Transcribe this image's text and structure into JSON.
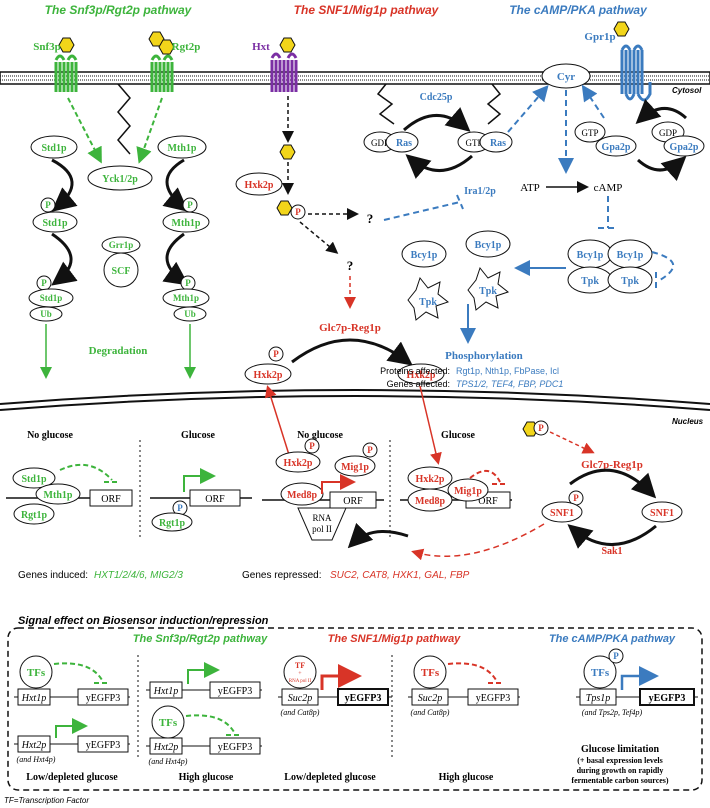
{
  "colors": {
    "green": "#3db43c",
    "red": "#d83427",
    "blue": "#3b7bbf",
    "purple": "#7b2fa4",
    "black": "#111111",
    "hex": "#f2d51a"
  },
  "pathways": {
    "snf3": "The Snf3p/Rgt2p pathway",
    "snf1": "The SNF1/Mig1p pathway",
    "camp": "The cAMP/PKA pathway"
  },
  "labels": {
    "snf3p": "Snf3p",
    "rgt2p": "Rgt2p",
    "hxt": "Hxt",
    "gpr1p": "Gpr1p",
    "cytosol": "Cytosol",
    "nucleus": "Nucleus",
    "std1p": "Std1p",
    "mth1p": "Mth1p",
    "yck": "Yck1/2p",
    "grr1p": "Grr1p",
    "scf": "SCF",
    "p": "P",
    "ub": "Ub",
    "degradation": "Degradation",
    "hxk2p": "Hxk2p",
    "q": "?",
    "glc7": "Glc7p-Reg1p",
    "cyr": "Cyr",
    "cdc25p": "Cdc25p",
    "gdp": "GDP",
    "gtp": "GTP",
    "ras": "Ras",
    "ira": "Ira1/2p",
    "gpa2p": "Gpa2p",
    "atp": "ATP",
    "camp": "cAMP",
    "bcy1p": "Bcy1p",
    "tpk": "Tpk",
    "phos": "Phosphorylation",
    "proteins_k": "Proteins affected:",
    "proteins_v": "Rgt1p, Nth1p, FbPase, Icl",
    "genes_k": "Genes affected:",
    "genes_v": "TPS1/2, TEF4, FBP, PDC1",
    "no_glucose": "No glucose",
    "glucose": "Glucose",
    "orf": "ORF",
    "rgt1p": "Rgt1p",
    "mig1p": "Mig1p",
    "med8p": "Med8p",
    "rna": "RNA",
    "pol": "pol II",
    "snf1": "SNF1",
    "sak1": "Sak1",
    "induced_k": "Genes induced:",
    "induced_v": "HXT1/2/4/6, MIG2/3",
    "repressed_k": "Genes repressed:",
    "repressed_v": "SUC2, CAT8, HXK1, GAL, FBP"
  },
  "bottom": {
    "title": "Signal effect on Biosensor induction/repression",
    "tfs": "TFs",
    "tf_small": "TF",
    "rna_small": "RNA pol II",
    "plus": "+",
    "yegfp3": "yEGFP3",
    "hxt1p": "Hxt1p",
    "hxt2p": "Hxt2p",
    "and_hxt4p": "(and Hxt4p)",
    "suc2p": "Suc2p",
    "and_cat8p": "(and Cat8p)",
    "tps1p": "Tps1p",
    "and_tps": "(and Tps2p, Tef4p)",
    "low1": "Low/depleted glucose",
    "high1": "High glucose",
    "low2": "Low/depleted glucose",
    "high2": "High glucose",
    "gl_title": "Glucose limitation",
    "gl1": "(+ basal expression levels",
    "gl2": "during growth on rapidly",
    "gl3": "fermentable carbon sources)"
  },
  "footnote": "TF=Transcription Factor"
}
